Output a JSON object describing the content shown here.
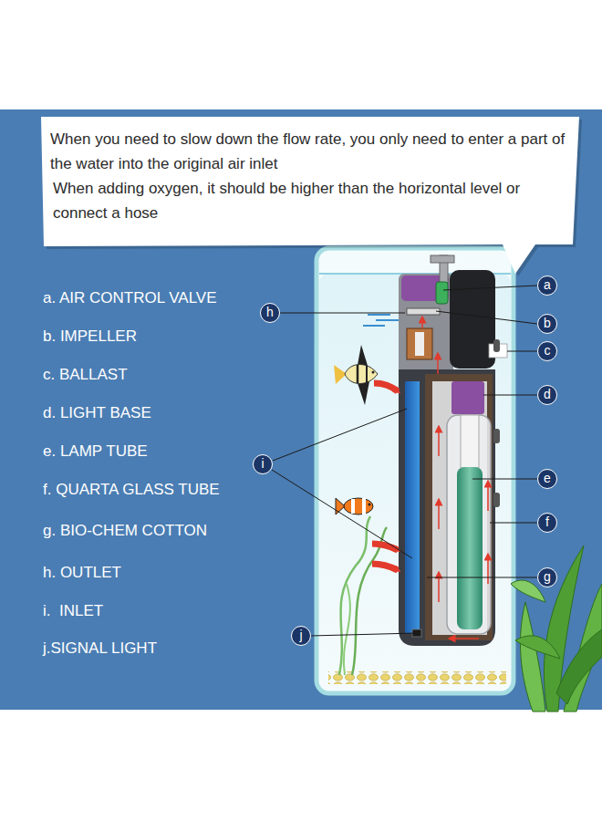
{
  "diagram": {
    "nodes": [
      {
        "text": [
          "When you need to slow down the flow rate, you only need to enter a part of the water into the original air inlet",
          "When adding oxygen, it should be higher than the horizontal level or connect a hose"
        ]
      },
      {
        "text": [
          "a"
        ]
      },
      {
        "text": [
          "b"
        ]
      },
      {
        "text": [
          "c"
        ]
      },
      {
        "text": [
          "d"
        ]
      },
      {
        "text": [
          "e"
        ]
      },
      {
        "text": [
          "f"
        ]
      },
      {
        "text": [
          "g"
        ]
      },
      {
        "text": [
          "h"
        ]
      },
      {
        "text": [
          "i"
        ]
      },
      {
        "text": [
          "j"
        ]
      }
    ],
    "labels": [
      "a. AIR CONTROL VALVE",
      "b. IMPELLER",
      "c. BALLAST",
      "d. LIGHT BASE",
      "e. LAMP TUBE",
      "f. QUARTA GLASS TUBE",
      "g. BIO-CHEM COTTON",
      "h. OUTLET",
      "i.  INLET",
      "j.SIGNAL LIGHT"
    ]
  }
}
